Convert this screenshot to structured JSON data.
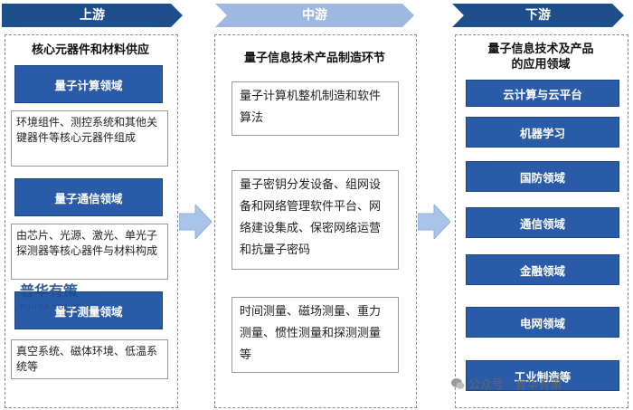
{
  "header": {
    "upstream": "上游",
    "midstream": "中游",
    "downstream": "下游"
  },
  "upstream": {
    "title": "核心元器件和材料供应",
    "sections": [
      {
        "label": "量子计算领域",
        "desc": "环境组件、测控系统和其他关键器件等核心元器件组成"
      },
      {
        "label": "量子通信领域",
        "desc": "由芯片、光源、激光、单光子探测器等核心器件与材料构成"
      },
      {
        "label": "量子测量领域",
        "desc": "真空系统、磁体环境、低温系统等"
      }
    ]
  },
  "midstream": {
    "title": "量子信息技术产品制造环节",
    "items": [
      "量子计算机整机制造和软件算法",
      "量子密钥分发设备、组网设备和网络管理软件平台、网络建设集成、保密网络运营和抗量子密码",
      "时间测量、磁场测量、重力测量、惯性测量和探测测量等"
    ]
  },
  "downstream": {
    "title_line1": "量子信息技术及产品",
    "title_line2": "的应用领域",
    "items": [
      "云计算与云平台",
      "机器学习",
      "国防领域",
      "通信领域",
      "金融领域",
      "电网领域",
      "工业制造等"
    ]
  },
  "watermark": {
    "name": "普华有策",
    "latin": "PUHUA YOUCE"
  },
  "footer": {
    "text": "公众号 · 普华有策"
  },
  "colors": {
    "primary_blue": "#2a5ba8",
    "dark_chevron": "#1f4e8c",
    "light_chevron": "#9fb8e0",
    "arrow": "#a9c4e8"
  }
}
